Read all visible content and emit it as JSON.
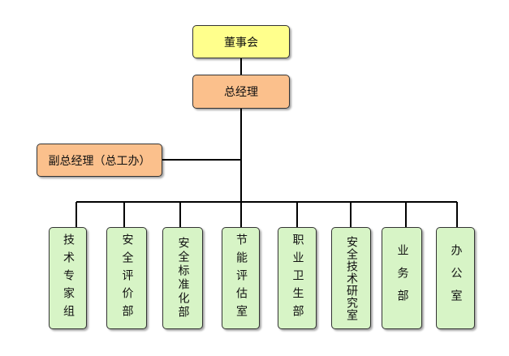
{
  "org": {
    "board": "董事会",
    "gm": "总经理",
    "deputy": "副总经理（总工办）",
    "departments": [
      "技术专家组",
      "安全评价部",
      "安全标准化部",
      "节能评估室",
      "职业卫生部",
      "安全技术研究室",
      "业务部",
      "办公室"
    ]
  },
  "colors": {
    "board_fill": "#ffff8c",
    "gm_fill": "#fbc08c",
    "dept_fill": "#d7f4c6",
    "line": "#000000"
  }
}
